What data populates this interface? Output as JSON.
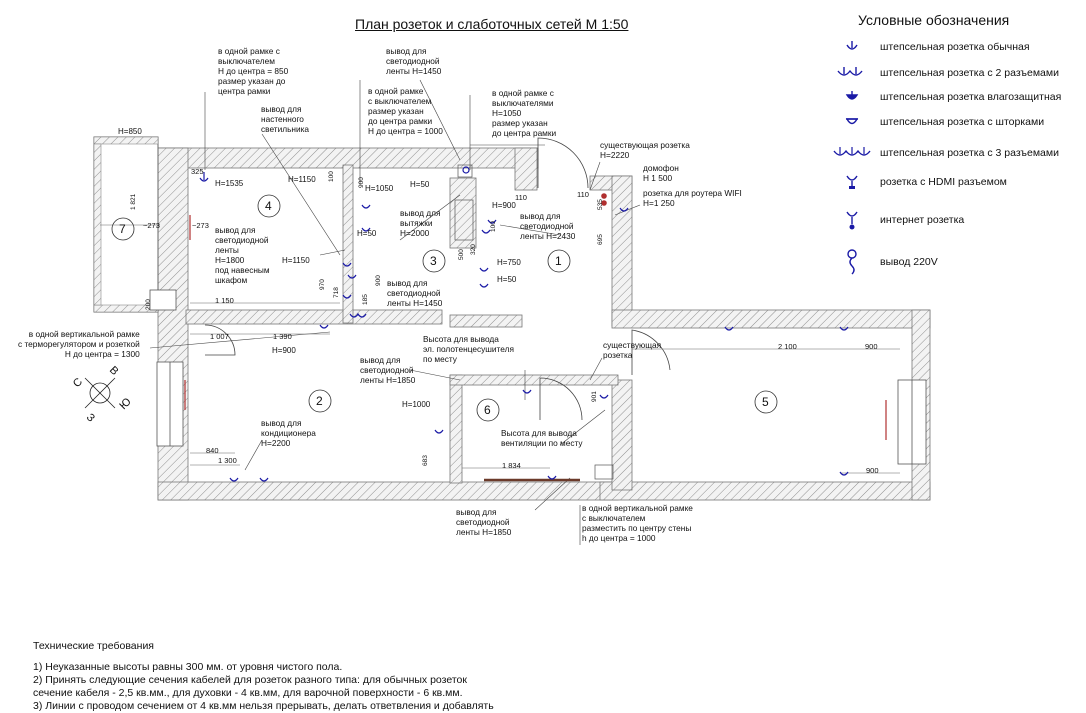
{
  "title": "План розеток и слаботочных сетей М 1:50",
  "legend": {
    "title": "Условные обозначения",
    "items": [
      {
        "label": "штепсельная розетка обычная",
        "icon": "socket-single-icon"
      },
      {
        "label": "штепсельная розетка с 2 разъемами",
        "icon": "socket-double-icon"
      },
      {
        "label": "штепсельная розетка влагозащитная",
        "icon": "socket-waterproof-icon"
      },
      {
        "label": "штепсельная розетка с шторками",
        "icon": "socket-shutter-icon"
      },
      {
        "label": "штепсельная розетка с 3 разъемами",
        "icon": "socket-triple-icon"
      },
      {
        "label": "розетка с HDMI разъемом",
        "icon": "hdmi-socket-icon"
      },
      {
        "label": "интернет розетка",
        "icon": "internet-socket-icon"
      },
      {
        "label": "вывод 220V",
        "icon": "outlet-220v-icon"
      }
    ]
  },
  "rooms": [
    "1",
    "2",
    "3",
    "4",
    "5",
    "6",
    "7"
  ],
  "notes": {
    "frame_switch_850": "в одной рамке с\nвыключателем\nН до центра = 850\nразмер указан до\nцентра рамки",
    "wall_lamp": "вывод для\nнастенного\nсветильника",
    "led_1450_top": "вывод для\nсветодиодной\nленты Н=1450",
    "frame_switch_1000": "в одной рамке\nс выключателем\nразмер указан\nдо центра рамки\nН до центра = 1000",
    "frame_switches_1050": "в одной рамке с\nвыключателями\nН=1050\nразмер указан\nдо центра рамки",
    "existing_socket_top": "существующая розетка\nН=2220",
    "intercom": "домофон\nН 1 500",
    "router_socket": "розетка для роутера WIFI\nН=1 250",
    "led_2430": "вывод для\nсветодиодной\nленты Н=2430",
    "hood": "вывод для\nвытяжки\nН=2000",
    "led_1800": "вывод для\nсветодиодной\nленты\nН=1800\nпод навесным\nшкафом",
    "led_1450_mid": "вывод для\nсветодиодной\nленты Н=1450",
    "thermostat": "в одной вертикальной рамке\nс терморегулятором и розеткой\nН до центра = 1300",
    "towel_dryer": "Высота для вывода\nэл. полотенцесушителя\nпо месту",
    "existing_socket_mid": "существующая\nрозетка",
    "led_1850_mid": "вывод для\nсветодиодной\nленты Н=1850",
    "ventilation": "Высота для вывода\nвентиляции по месту",
    "air_conditioner": "вывод для\nкондиционера\nН=2200",
    "led_1850_bottom": "вывод для\nсветодиодной\nленты Н=1850",
    "frame_switch_vertical": "в одной вертикальной рамке\nс выключателем\nразместить по центру стены\nh до центра = 1000"
  },
  "heights": {
    "h850": "Н=850",
    "h1535": "Н=1535",
    "h1150a": "Н=1150",
    "h1050": "Н=1050",
    "h50a": "Н=50",
    "h900a": "Н=900",
    "h50b": "Н=50",
    "h1150b": "Н=1150",
    "h750": "Н=750",
    "h50c": "Н=50",
    "h900b": "Н=900",
    "h1000": "Н=1000"
  },
  "dimensions": {
    "d1150": "1 150",
    "d1007": "1 007",
    "d1390": "1 390",
    "d2100": "2 100",
    "d900a": "900",
    "d900b": "900",
    "d840": "840",
    "d1300": "1 300",
    "d1834": "1 834",
    "d110a": "110",
    "d110b": "110",
    "d273a": "~273",
    "d273b": "~273",
    "d325": "325",
    "v1821": "1 821",
    "v200": "200",
    "v900a": "900",
    "v100a": "100",
    "v500": "500",
    "v320": "320",
    "v100b": "100",
    "v535": "535",
    "v695": "695",
    "v970": "970",
    "v718": "718",
    "v185": "185",
    "v900b": "900",
    "v683": "683",
    "v901": "901"
  },
  "compass": {
    "n": "С",
    "e": "В",
    "s": "Ю",
    "w": "З"
  },
  "technical": {
    "title": "Технические требования",
    "lines": [
      "1) Неуказанные высоты равны 300 мм. от уровня чистого пола.",
      "2) Принять следующие сечения кабелей для розеток разного типа: для обычных розеток",
      "сечение кабеля - 2,5 кв.мм., для духовки - 4 кв.мм, для варочной поверхности - 6 кв.мм.",
      "3) Линии с проводом сечением от 4 кв.мм нельзя прерывать, делать ответвления и добавлять"
    ]
  },
  "colors": {
    "wall": "#9a9a9a",
    "hatch": "#8f8f8f",
    "socket": "#1a1aa6",
    "leader": "#444444",
    "text": "#111111"
  }
}
